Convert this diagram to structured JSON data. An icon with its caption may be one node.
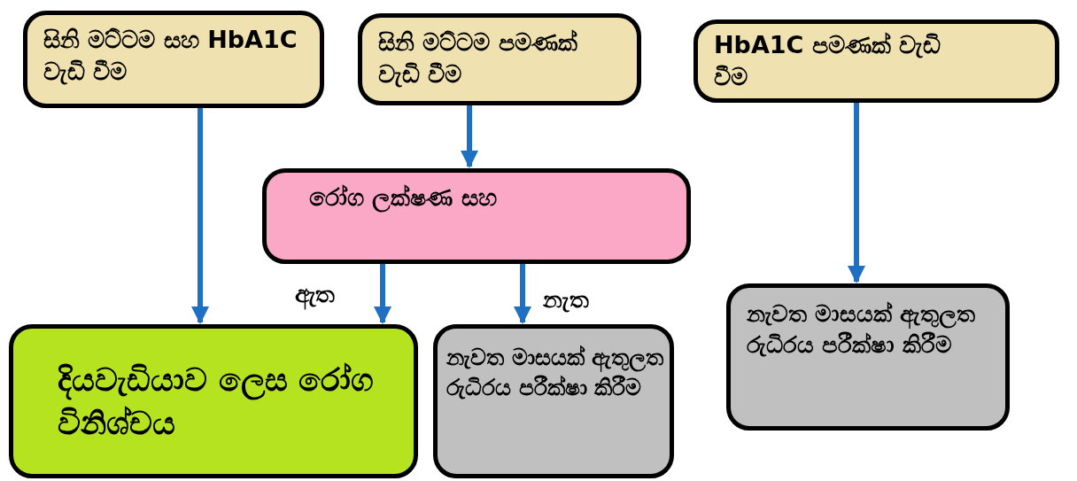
{
  "diagram": {
    "nodes": [
      {
        "text": [
          "සිනි මට්ටම සහ HbA1C වැඩි වීම"
        ]
      },
      {
        "text": [
          "සිනි මට්ටම පමණක් වැඩි වීම"
        ]
      },
      {
        "text": [
          "HbA1C පමණක් වැඩි වීම"
        ]
      },
      {
        "text": [
          "රෝග ලක්ෂණ සහ"
        ]
      },
      {
        "text": [
          "දියවැඩියාව ලෙස රෝග විනිශ්චය"
        ]
      },
      {
        "text": [
          "නැවත මාසයක් ඇතුලත රුධිරය පරීක්ෂා කිරීම"
        ]
      },
      {
        "text": [
          "නැවත මාසයක් ඇතුලත රුධිරය පරීක්ෂා කිරීම"
        ]
      }
    ],
    "edges": [
      {
        "from": 0,
        "to": 4,
        "arrow": "to"
      },
      {
        "from": 1,
        "to": 3,
        "arrow": "to"
      },
      {
        "from": 3,
        "to": 4,
        "arrow": "to",
        "label": "ඇත"
      },
      {
        "from": 3,
        "to": 5,
        "arrow": "to",
        "label": "නැත"
      },
      {
        "from": 2,
        "to": 6,
        "arrow": "to"
      }
    ]
  }
}
